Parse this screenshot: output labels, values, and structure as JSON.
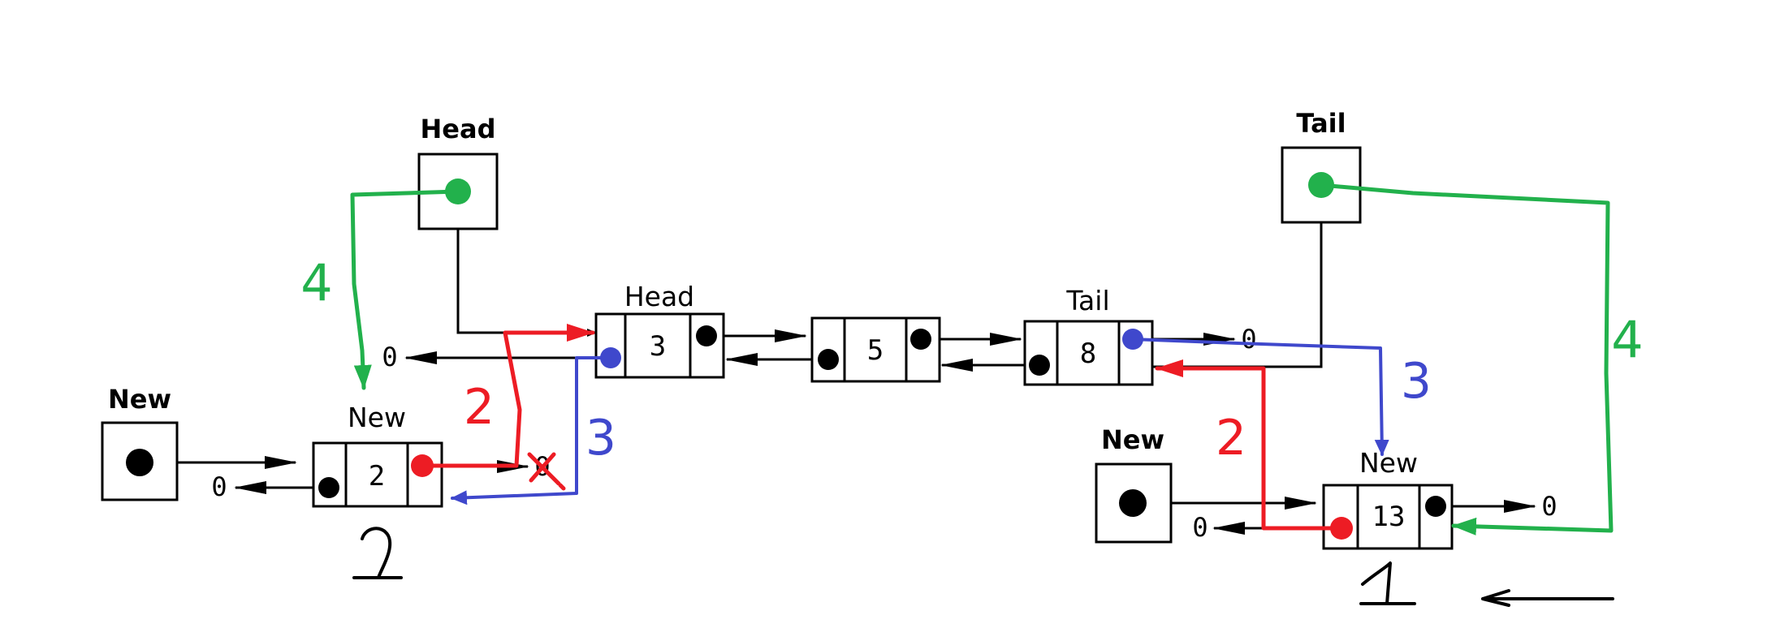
{
  "labels": {
    "head_pointer": "Head",
    "tail_pointer": "Tail",
    "new_pointer_left": "New",
    "new_pointer_right": "New",
    "node_head": "Head",
    "node_tail": "Tail",
    "node_new_left": "New",
    "node_new_right": "New"
  },
  "nodes": {
    "n3": "3",
    "n5": "5",
    "n8": "8",
    "n2": "2",
    "n13": "13"
  },
  "nulls": {
    "left_of_head": "0",
    "left_of_new_left": "0",
    "right_of_new_left": "0",
    "right_of_tail": "0",
    "left_of_new_right": "0",
    "right_of_new_right": "0"
  },
  "steps": {
    "red_left": "2",
    "blue_left": "3",
    "green_left": "4",
    "red_right": "2",
    "blue_right": "3",
    "green_right": "4"
  },
  "colors": {
    "step2": "#ed1c24",
    "step3": "#3f48cc",
    "step4": "#22b14c"
  }
}
